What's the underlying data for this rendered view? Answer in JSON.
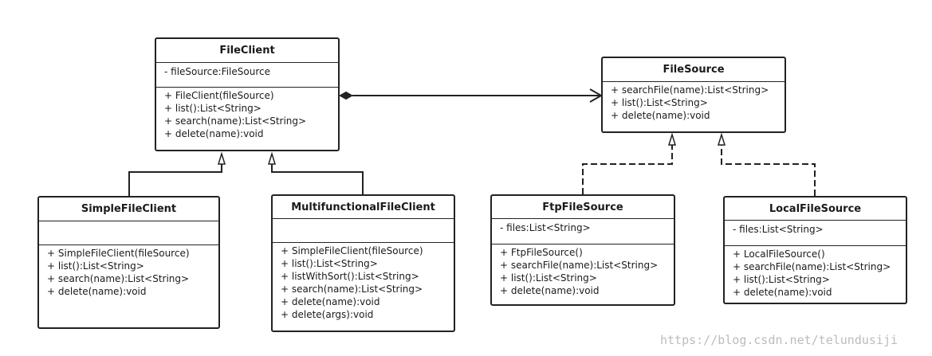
{
  "classes": {
    "fileClient": {
      "name": "FileClient",
      "attributes": [
        "- fileSource:FileSource"
      ],
      "operations": [
        "+ FileClient(fileSource)",
        "+ list():List<String>",
        "+ search(name):List<String>",
        "+ delete(name):void"
      ]
    },
    "fileSource": {
      "name": "FileSource",
      "attributes": [],
      "operations": [
        "+ searchFile(name):List<String>",
        "+ list():List<String>",
        "+ delete(name):void"
      ]
    },
    "simpleFileClient": {
      "name": "SimpleFileClient",
      "attributes": [],
      "operations": [
        "+ SimpleFileClient(fileSource)",
        "+ list():List<String>",
        "+ search(name):List<String>",
        "+ delete(name):void"
      ]
    },
    "multifunctionalFileClient": {
      "name": "MultifunctionalFileClient",
      "attributes": [],
      "operations": [
        "+ SimpleFileClient(fileSource)",
        "+ list():List<String>",
        "+ listWithSort():List<String>",
        "+ search(name):List<String>",
        "+ delete(name):void",
        "+ delete(args):void"
      ]
    },
    "ftpFileSource": {
      "name": "FtpFileSource",
      "attributes": [
        "- files:List<String>"
      ],
      "operations": [
        "+ FtpFileSource()",
        "+ searchFile(name):List<String>",
        "+ list():List<String>",
        "+ delete(name):void"
      ]
    },
    "localFileSource": {
      "name": "LocalFileSource",
      "attributes": [
        "- files:List<String>"
      ],
      "operations": [
        "+ LocalFileSource()",
        "+ searchFile(name):List<String>",
        "+ list():List<String>",
        "+ delete(name):void"
      ]
    }
  },
  "relationships": [
    {
      "from": "fileClient",
      "to": "fileSource",
      "type": "composition"
    },
    {
      "from": "simpleFileClient",
      "to": "fileClient",
      "type": "generalization"
    },
    {
      "from": "multifunctionalFileClient",
      "to": "fileClient",
      "type": "generalization"
    },
    {
      "from": "ftpFileSource",
      "to": "fileSource",
      "type": "realization"
    },
    {
      "from": "localFileSource",
      "to": "fileSource",
      "type": "realization"
    }
  ],
  "watermark": "https://blog.csdn.net/telundusiji",
  "colors": {
    "stroke": "#222222",
    "watermark": "#bcbcbc"
  }
}
